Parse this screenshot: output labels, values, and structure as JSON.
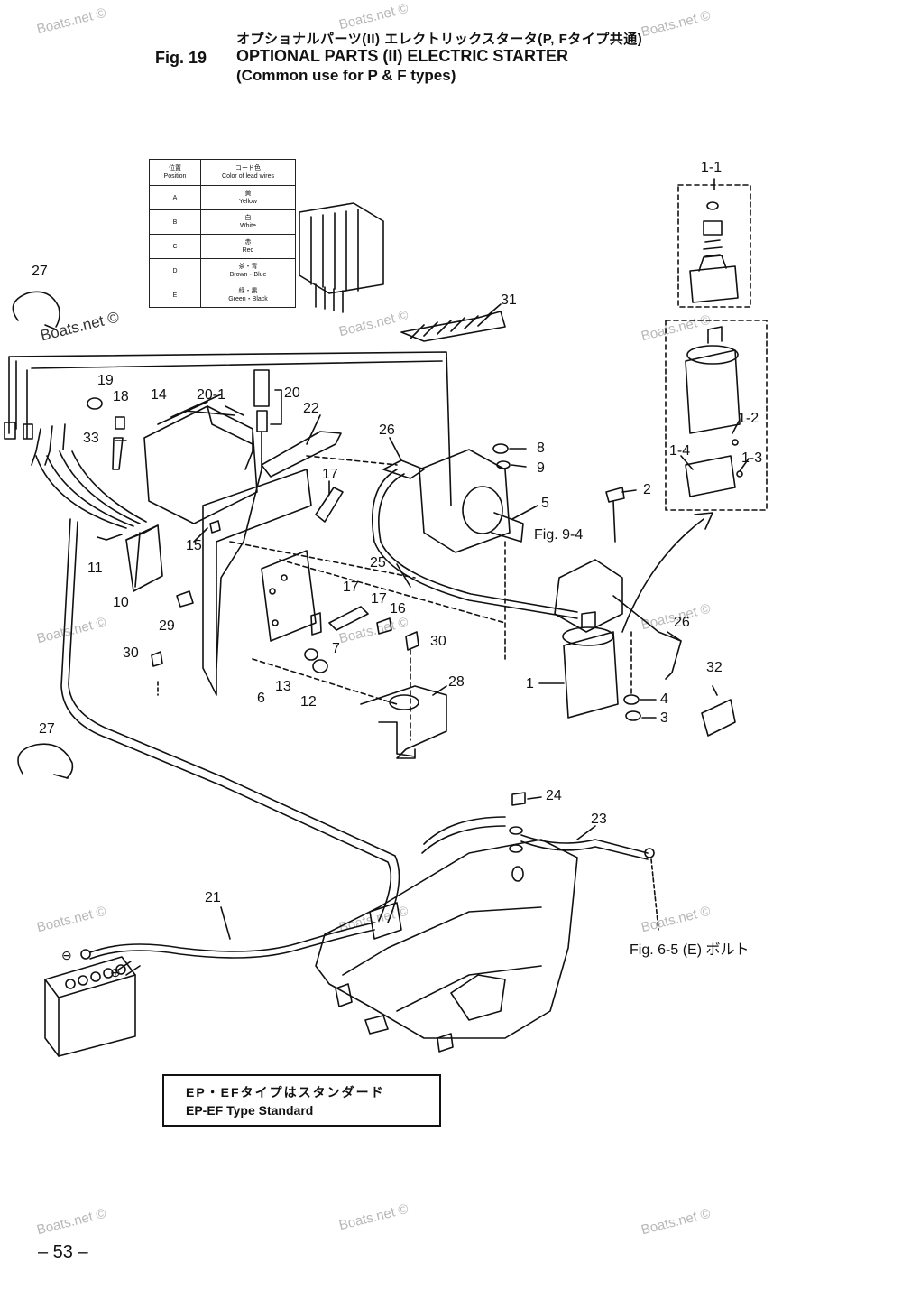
{
  "header": {
    "title_jp": "オプショナルパーツ(II) エレクトリックスタータ(P, Fタイプ共通)",
    "fig_number": "Fig. 19",
    "title_en_line1": "OPTIONAL PARTS (II) ELECTRIC STARTER",
    "title_en_line2": "(Common use for P & F types)"
  },
  "color_code_table": {
    "header_position": "位置\nPosition",
    "header_color": "コード色\nColor of lead wires",
    "rows": [
      {
        "position": "A",
        "color": "黄\nYellow"
      },
      {
        "position": "B",
        "color": "白\nWhite"
      },
      {
        "position": "C",
        "color": "赤\nRed"
      },
      {
        "position": "D",
        "color": "茶・青\nBrown・Blue"
      },
      {
        "position": "E",
        "color": "緑・黒\nGreen・Black"
      }
    ]
  },
  "part_labels": {
    "p1_1": "1-1",
    "p1_2": "1-2",
    "p1_3": "1-3",
    "p1_4": "1-4",
    "p1": "1",
    "p2": "2",
    "p3": "3",
    "p4": "4",
    "p5": "5",
    "p6": "6",
    "p7": "7",
    "p8": "8",
    "p9": "9",
    "p10": "10",
    "p11": "11",
    "p12": "12",
    "p13": "13",
    "p14": "14",
    "p15": "15",
    "p16": "16",
    "p17a": "17",
    "p17b": "17",
    "p17c": "17",
    "p18": "18",
    "p19": "19",
    "p20": "20",
    "p20_1": "20-1",
    "p21": "21",
    "p22": "22",
    "p23": "23",
    "p24": "24",
    "p25": "25",
    "p26a": "26",
    "p26b": "26",
    "p27a": "27",
    "p27b": "27",
    "p28": "28",
    "p29": "29",
    "p30a": "30",
    "p30b": "30",
    "p31": "31",
    "p32": "32",
    "p33": "33"
  },
  "references": {
    "fig_9_4": "Fig. 9-4",
    "fig_6_5": "Fig. 6-5 (E) ボルト"
  },
  "standard_note": {
    "jp": "EP・EFタイプはスタンダード",
    "en": "EP-EF Type Standard"
  },
  "page_number": "– 53 –",
  "watermark": "Boats.net ©"
}
